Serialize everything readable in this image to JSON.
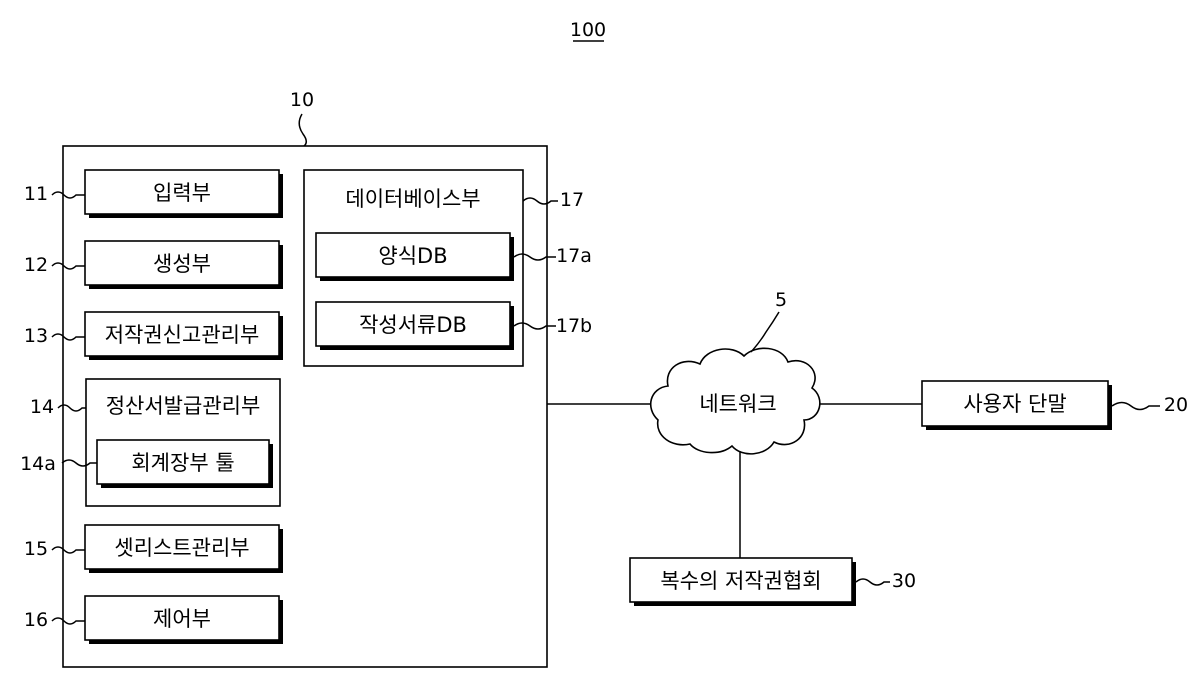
{
  "figure_number": "100",
  "system": {
    "ref": "10",
    "modules": {
      "input": {
        "ref": "11",
        "label": "입력부"
      },
      "generation": {
        "ref": "12",
        "label": "생성부"
      },
      "copyright_report": {
        "ref": "13",
        "label": "저작권신고관리부"
      },
      "settlement": {
        "ref": "14",
        "label": "정산서발급관리부"
      },
      "accounting_tool": {
        "ref": "14a",
        "label": "회계장부 툴"
      },
      "setlist": {
        "ref": "15",
        "label": "셋리스트관리부"
      },
      "control": {
        "ref": "16",
        "label": "제어부"
      },
      "database": {
        "ref": "17",
        "label": "데이터베이스부"
      },
      "form_db": {
        "ref": "17a",
        "label": "양식DB"
      },
      "document_db": {
        "ref": "17b",
        "label": "작성서류DB"
      }
    }
  },
  "network": {
    "ref": "5",
    "label": "네트워크"
  },
  "user_terminal": {
    "ref": "20",
    "label": "사용자 단말"
  },
  "associations": {
    "ref": "30",
    "label": "복수의 저작권협회"
  }
}
